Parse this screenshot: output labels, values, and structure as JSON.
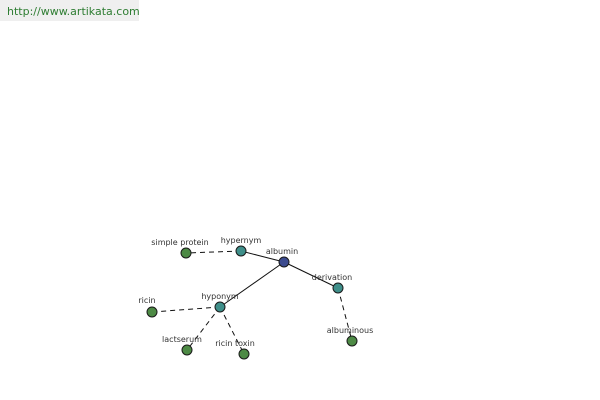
{
  "source": {
    "url_text": "http://www.artikata.com"
  },
  "colors": {
    "center_node": "#3b4a8e",
    "relation_node": "#3f8f8a",
    "leaf_node": "#4d8a45",
    "node_stroke": "#1a1a1a",
    "edge": "#111111",
    "link_text": "#2e7d32"
  },
  "graph": {
    "nodes": [
      {
        "id": "albumin",
        "label": "albumin",
        "kind": "center"
      },
      {
        "id": "hypernym",
        "label": "hypernym",
        "kind": "relation"
      },
      {
        "id": "derivation",
        "label": "derivation",
        "kind": "relation"
      },
      {
        "id": "hyponym",
        "label": "hyponym",
        "kind": "relation"
      },
      {
        "id": "simple_protein",
        "label": "simple protein",
        "kind": "leaf"
      },
      {
        "id": "albuminous",
        "label": "albuminous",
        "kind": "leaf"
      },
      {
        "id": "ricin",
        "label": "ricin",
        "kind": "leaf"
      },
      {
        "id": "lactserum",
        "label": "lactserum",
        "kind": "leaf"
      },
      {
        "id": "ricin_toxin",
        "label": "ricin toxin",
        "kind": "leaf"
      }
    ],
    "edges": [
      {
        "from": "albumin",
        "to": "hypernym",
        "style": "solid"
      },
      {
        "from": "albumin",
        "to": "derivation",
        "style": "solid"
      },
      {
        "from": "albumin",
        "to": "hyponym",
        "style": "solid"
      },
      {
        "from": "hypernym",
        "to": "simple_protein",
        "style": "dashed"
      },
      {
        "from": "derivation",
        "to": "albuminous",
        "style": "dashed"
      },
      {
        "from": "hyponym",
        "to": "ricin",
        "style": "dashed"
      },
      {
        "from": "hyponym",
        "to": "lactserum",
        "style": "dashed"
      },
      {
        "from": "hyponym",
        "to": "ricin_toxin",
        "style": "dashed"
      }
    ]
  }
}
